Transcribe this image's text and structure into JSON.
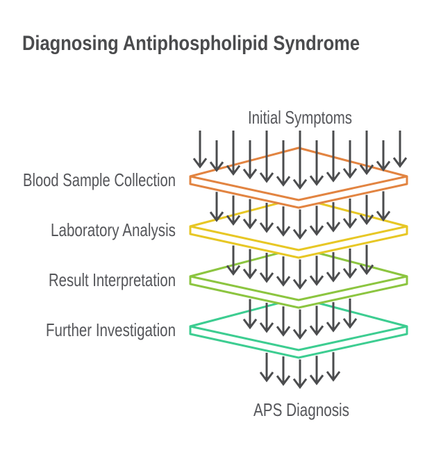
{
  "title": "Diagnosing Antiphospholipid Syndrome",
  "flow": {
    "source_label": "Initial Symptoms",
    "sink_label": "APS Diagnosis",
    "stages": [
      {
        "label": "Blood Sample Collection",
        "color": "#E28441"
      },
      {
        "label": "Laboratory Analysis",
        "color": "#E7C725"
      },
      {
        "label": "Result Interpretation",
        "color": "#8CC540"
      },
      {
        "label": "Further Investigation",
        "color": "#3DCD91"
      }
    ],
    "arrow_counts": [
      13,
      11,
      9,
      7,
      5
    ],
    "arrow_color": "#4B4C4E"
  }
}
